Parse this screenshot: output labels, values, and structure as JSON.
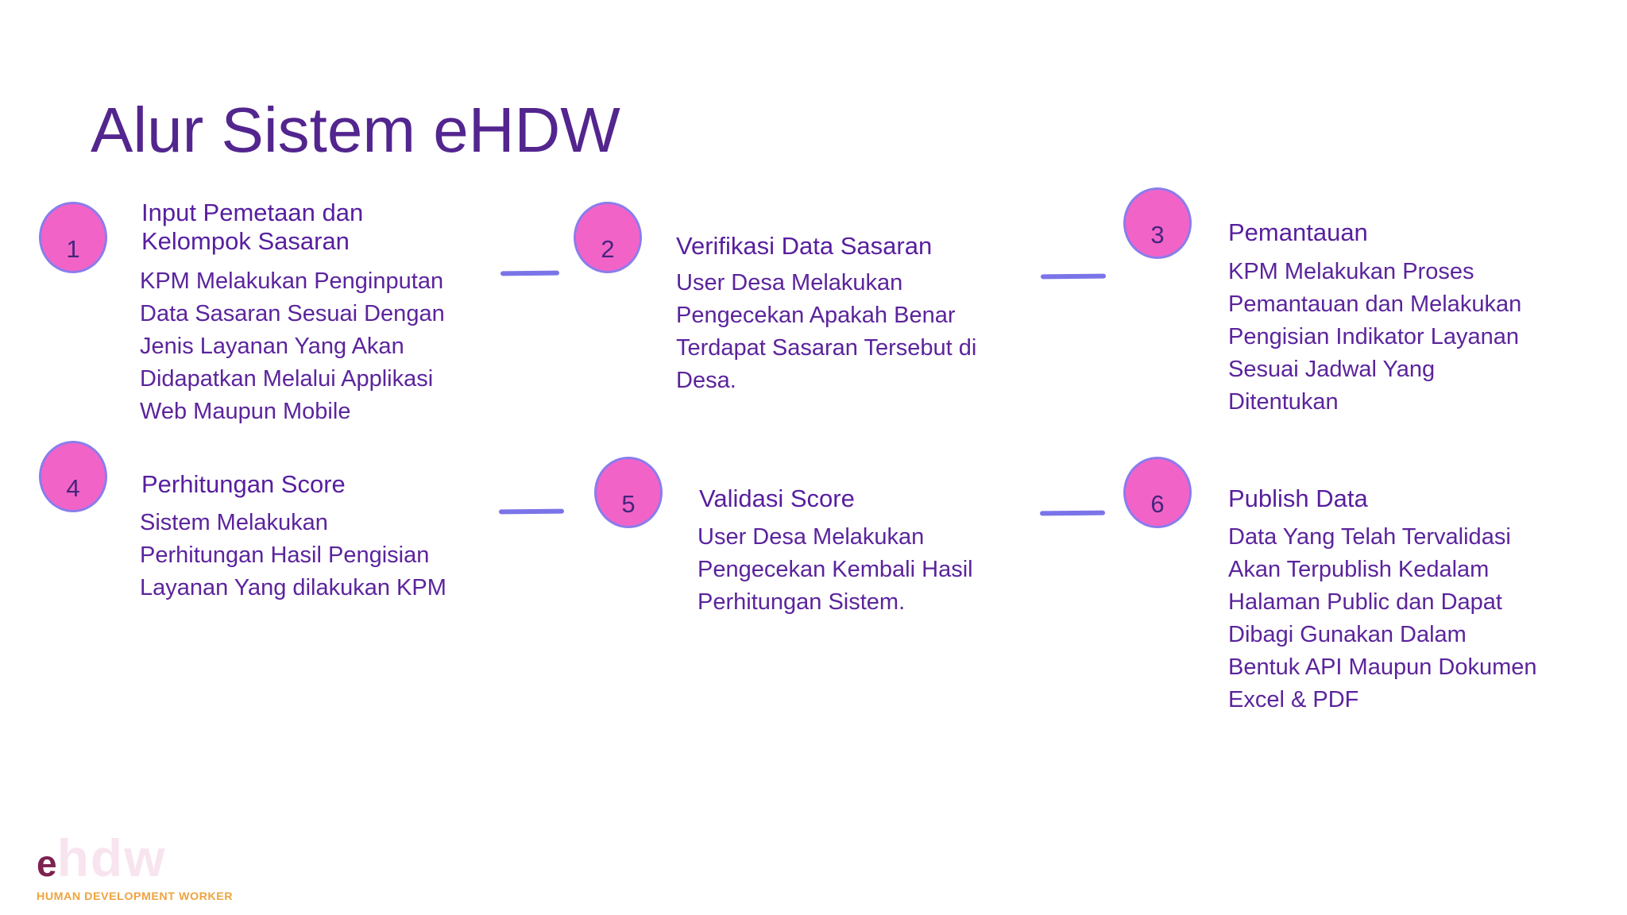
{
  "title": "Alur Sistem eHDW",
  "steps": [
    {
      "number": "1",
      "heading": "Input Pemetaan dan\nKelompok Sasaran",
      "body": "KPM Melakukan Penginputan\nData Sasaran Sesuai Dengan\nJenis Layanan Yang Akan\nDidapatkan Melalui Applikasi\nWeb Maupun Mobile"
    },
    {
      "number": "2",
      "heading": "Verifikasi Data Sasaran",
      "body": "User Desa Melakukan\nPengecekan Apakah Benar\nTerdapat Sasaran Tersebut di\nDesa."
    },
    {
      "number": "3",
      "heading": "Pemantauan",
      "body": "KPM Melakukan Proses\nPemantauan dan Melakukan\nPengisian Indikator Layanan\nSesuai Jadwal Yang\nDitentukan"
    },
    {
      "number": "4",
      "heading": "Perhitungan Score",
      "body": "Sistem Melakukan\nPerhitungan Hasil Pengisian\nLayanan Yang dilakukan KPM"
    },
    {
      "number": "5",
      "heading": "Validasi Score",
      "body": "User  Desa Melakukan\nPengecekan Kembali Hasil\nPerhitungan Sistem."
    },
    {
      "number": "6",
      "heading": "Publish Data",
      "body": "Data Yang Telah Tervalidasi\nAkan Terpublish Kedalam\nHalaman Public dan Dapat\nDibagi Gunakan Dalam\nBentuk API Maupun Dokumen\nExcel & PDF"
    }
  ],
  "logo": {
    "e": "e",
    "hdw": "hdw",
    "tagline": "HUMAN DEVELOPMENT WORKER"
  },
  "colors": {
    "title_text": "#53258e",
    "heading_text": "#571f9e",
    "body_text": "#5b249c",
    "circle_fill": "#f263c8",
    "circle_border": "#8a7cec",
    "connector": "#7b74e8",
    "logo_e": "#7d2250",
    "logo_hdw": "#f8e4ef",
    "logo_tagline": "#eea43f",
    "background": "#ffffff"
  }
}
